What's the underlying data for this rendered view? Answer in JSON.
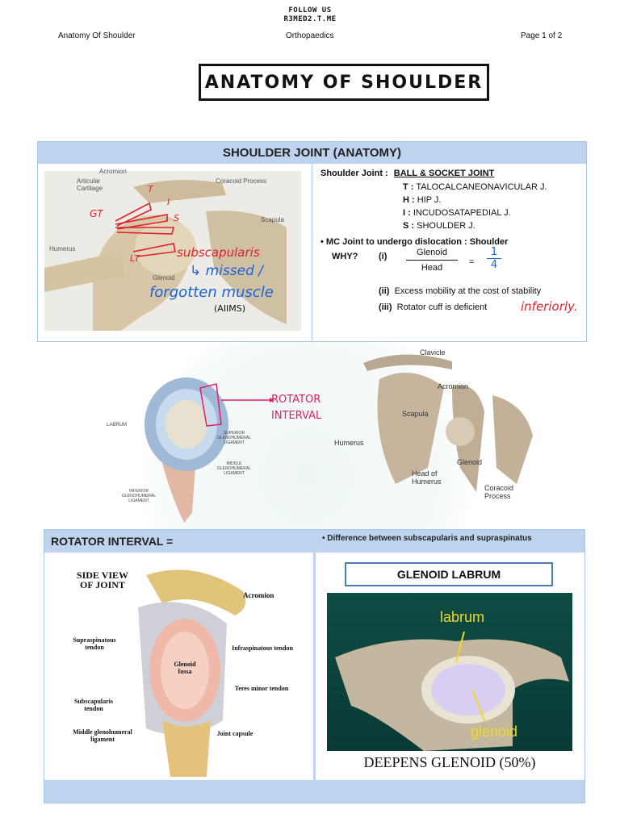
{
  "header": {
    "follow_line1": "FOLLOW US",
    "follow_line2": "R3MED2.T.ME",
    "left": "Anatomy Of Shoulder",
    "center": "Orthopaedics",
    "right": "Page 1 of 2"
  },
  "title": "ANATOMY OF SHOULDER",
  "section1": {
    "heading": "SHOULDER JOINT (ANATOMY)",
    "figure_labels": {
      "acromion": "Acromion",
      "articular_cartilage": "Articular Cartilage",
      "coracoid": "Coracoid Process",
      "scapula": "Scapula",
      "humerus": "Humerus",
      "glenoid": "Glenoid"
    },
    "annotations": {
      "gt": "GT",
      "lt": "LT",
      "t": "T",
      "i": "I",
      "s": "S",
      "subscapularis": "subscapularis",
      "missed": "missed /",
      "forgotten": "forgotten muscle",
      "aiims": "(AIIMS)"
    },
    "joint_label": "Shoulder Joint :",
    "joint_type": "BALL & SOCKET JOINT",
    "list": [
      {
        "k": "T :",
        "v": "TALOCALCANEONAVICULAR J."
      },
      {
        "k": "H :",
        "v": "HIP J."
      },
      {
        "k": "I :",
        "v": "INCUDOSATAPEDIAL J."
      },
      {
        "k": "S :",
        "v": "SHOULDER J."
      }
    ],
    "mc_joint": "MC Joint to undergo dislocation : Shoulder",
    "why": "WHY?",
    "r1": "(i)",
    "numerator": "Glenoid",
    "denominator": "Head",
    "equals": "=",
    "frac_num": "1",
    "frac_den": "4",
    "r2": "(ii)",
    "reason2": "Excess mobility at the cost of stability",
    "r3": "(iii)",
    "reason3": "Rotator cuff is deficient",
    "inferiorly": "inferiorly."
  },
  "middle": {
    "rotator_interval_note1": "ROTATOR",
    "rotator_interval_note2": "INTERVAL",
    "left_labels": {
      "labrum": "LABRUM",
      "superior": "SUPERIOR GLENOHUMERAL LIGAMENT",
      "middle": "MIDDLE GLENOHUMERAL LIGAMENT",
      "inferior": "INFERIOR GLENOHUMERAL LIGAMENT"
    },
    "right_labels": {
      "clavicle": "Clavicle",
      "acromion": "Acromion",
      "scapula": "Scapula",
      "humerus": "Humerus",
      "glenoid": "Glenoid",
      "head": "Head of Humerus",
      "coracoid": "Coracoid Process"
    }
  },
  "section2": {
    "heading": "ROTATOR INTERVAL =",
    "bullet": "Difference between subscapularis and supraspinatus",
    "side_view": "SIDE VIEW OF JOINT",
    "labels": {
      "acromion": "Acromion",
      "supraspinatus": "Supraspinatous tendon",
      "infraspinatus": "Infraspinatous tendon",
      "glenoid_fossa": "Glenoid fossa",
      "teres_minor": "Teres minor tendon",
      "subscapularis": "Subscapularis tendon",
      "middle_gh": "Middle glenohumeral ligament",
      "joint_capsule": "Joint capsule"
    },
    "labrum_title": "GLENOID LABRUM",
    "labrum_word": "labrum",
    "glenoid_word": "glenoid",
    "deepens": "DEEPENS GLENOID (50%)"
  },
  "colors": {
    "bar_blue": "#bdd3ee",
    "red_ink": "#e0202a",
    "blue_ink": "#1b62d6",
    "pink_ink": "#e01e6a",
    "labrum_yellow": "#f0d82a"
  }
}
